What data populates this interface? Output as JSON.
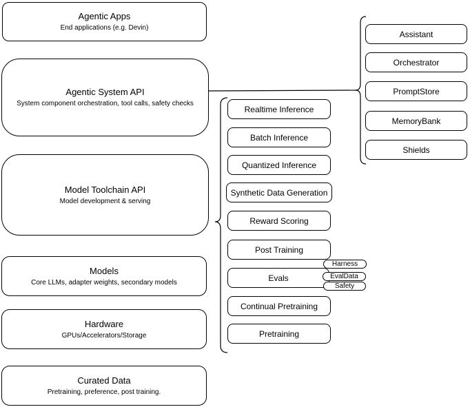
{
  "diagram": {
    "colors": {
      "stroke": "#000000",
      "background": "#ffffff",
      "box_fill": "#ffffff"
    },
    "left_stack": [
      {
        "title": "Agentic Apps",
        "subtitle": "End applications (e.g. Devin)"
      },
      {
        "title": "Agentic System API",
        "subtitle": "System component orchestration, tool calls, safety checks"
      },
      {
        "title": "Model Toolchain API",
        "subtitle": "Model development & serving"
      },
      {
        "title": "Models",
        "subtitle": "Core LLMs, adapter weights, secondary models"
      },
      {
        "title": "Hardware",
        "subtitle": "GPUs/Accelerators/Storage"
      },
      {
        "title": "Curated Data",
        "subtitle": "Pretraining, preference, post training."
      }
    ],
    "toolchain_items": [
      {
        "label": "Realtime Inference"
      },
      {
        "label": "Batch Inference"
      },
      {
        "label": "Quantized Inference"
      },
      {
        "label": "Synthetic Data Generation"
      },
      {
        "label": "Reward Scoring"
      },
      {
        "label": "Post Training"
      },
      {
        "label": "Evals"
      },
      {
        "label": "Continual Pretraining"
      },
      {
        "label": "Pretraining"
      }
    ],
    "evals_tags": [
      {
        "label": "Harness"
      },
      {
        "label": "EvalData"
      },
      {
        "label": "Safety"
      }
    ],
    "system_components": [
      {
        "label": "Assistant"
      },
      {
        "label": "Orchestrator"
      },
      {
        "label": "PromptStore"
      },
      {
        "label": "MemoryBank"
      },
      {
        "label": "Shields"
      }
    ]
  }
}
